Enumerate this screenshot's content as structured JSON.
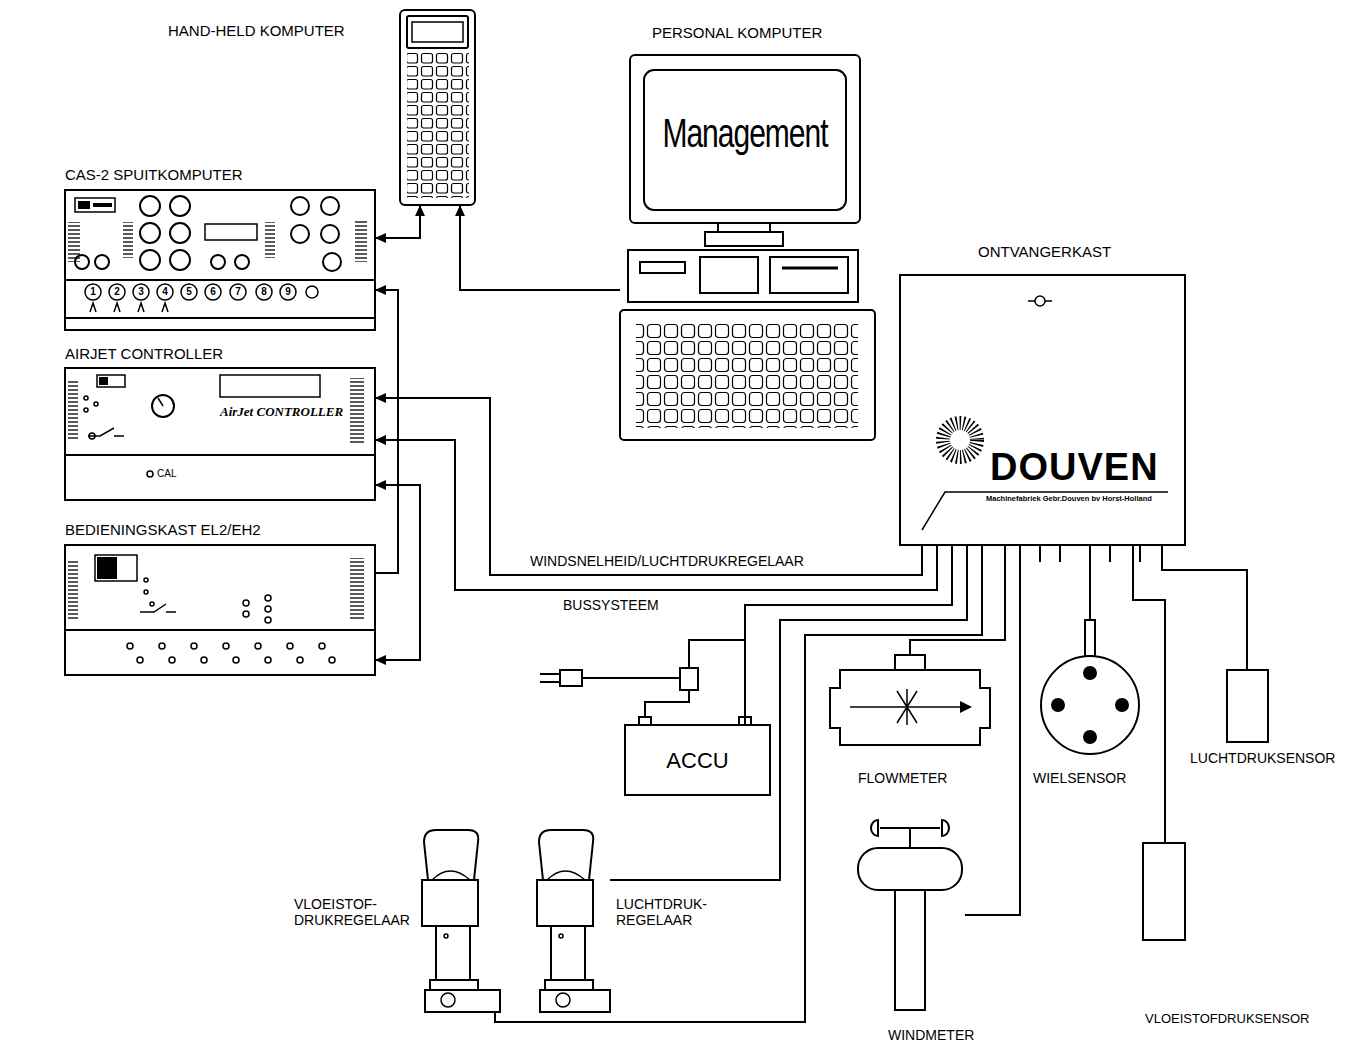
{
  "diagram": {
    "nodes": [
      {
        "text": [
          "HAND-HELD KOMPUTER"
        ]
      },
      {
        "text": [
          "PERSONAL KOMPUTER",
          "Management"
        ]
      },
      {
        "text": [
          "CAS-2 SPUITKOMPUTER"
        ]
      },
      {
        "text": [
          "AIRJET CONTROLLER",
          "AirJet CONTROLLER"
        ]
      },
      {
        "text": [
          "BEDIENINGSKAST EL2/EH2"
        ]
      },
      {
        "text": [
          "ONTVANGERKAST",
          "DOUVEN",
          "Machinefabriek Gebr.Douven bv Horst-Holland"
        ]
      },
      {
        "text": [
          "ACCU"
        ]
      },
      {
        "text": [
          "FLOWMETER"
        ]
      },
      {
        "text": [
          "WIELSENSOR"
        ]
      },
      {
        "text": [
          "LUCHTDRUKSENSOR"
        ]
      },
      {
        "text": [
          "VLOEISTOFDRUKSENSOR"
        ]
      },
      {
        "text": [
          "WINDMETER"
        ]
      },
      {
        "text": [
          "VLOEISTOF- DRUKREGELAAR"
        ]
      },
      {
        "text": [
          "LUCHTDRUK- REGELAAR"
        ]
      }
    ],
    "edges": [
      {
        "from": 0,
        "to": 2,
        "arrow": "both"
      },
      {
        "from": 1,
        "to": 0,
        "arrow": "to"
      },
      {
        "from": 5,
        "to": 3,
        "label": "WINDSNELHEID/LUCHTDRUKREGELAAR",
        "arrow": "to"
      },
      {
        "from": 5,
        "to": 3,
        "label": "BUSSYSTEEM",
        "arrow": "to"
      },
      {
        "from": 4,
        "to": 2,
        "arrow": "to"
      },
      {
        "from": 4,
        "to": 3,
        "arrow": "both"
      },
      {
        "from": 5,
        "to": 6,
        "arrow": "none"
      },
      {
        "from": 5,
        "to": 13,
        "arrow": "none"
      },
      {
        "from": 5,
        "to": 12,
        "arrow": "none"
      },
      {
        "from": 5,
        "to": 7,
        "arrow": "none"
      },
      {
        "from": 5,
        "to": 11,
        "arrow": "none"
      },
      {
        "from": 5,
        "to": 8,
        "arrow": "none"
      },
      {
        "from": 5,
        "to": 10,
        "arrow": "none"
      },
      {
        "from": 5,
        "to": 9,
        "arrow": "none"
      }
    ],
    "labels": [
      "1",
      "2",
      "3",
      "4",
      "5",
      "6",
      "7",
      "8",
      "9",
      "CAL"
    ]
  }
}
